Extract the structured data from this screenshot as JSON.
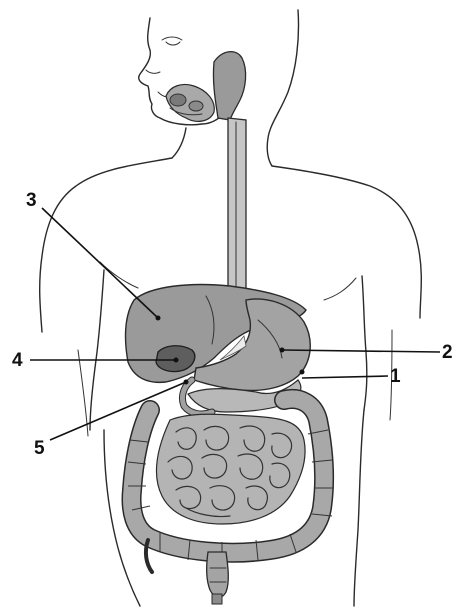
{
  "labels": {
    "l1": "1",
    "l2": "2",
    "l3": "3",
    "l4": "4",
    "l5": "5"
  },
  "colors": {
    "organ_fill": "#9a9a9a",
    "organ_light": "#c2c2c2",
    "organ_dark": "#5e5e5e",
    "line": "#2a2a2a"
  }
}
